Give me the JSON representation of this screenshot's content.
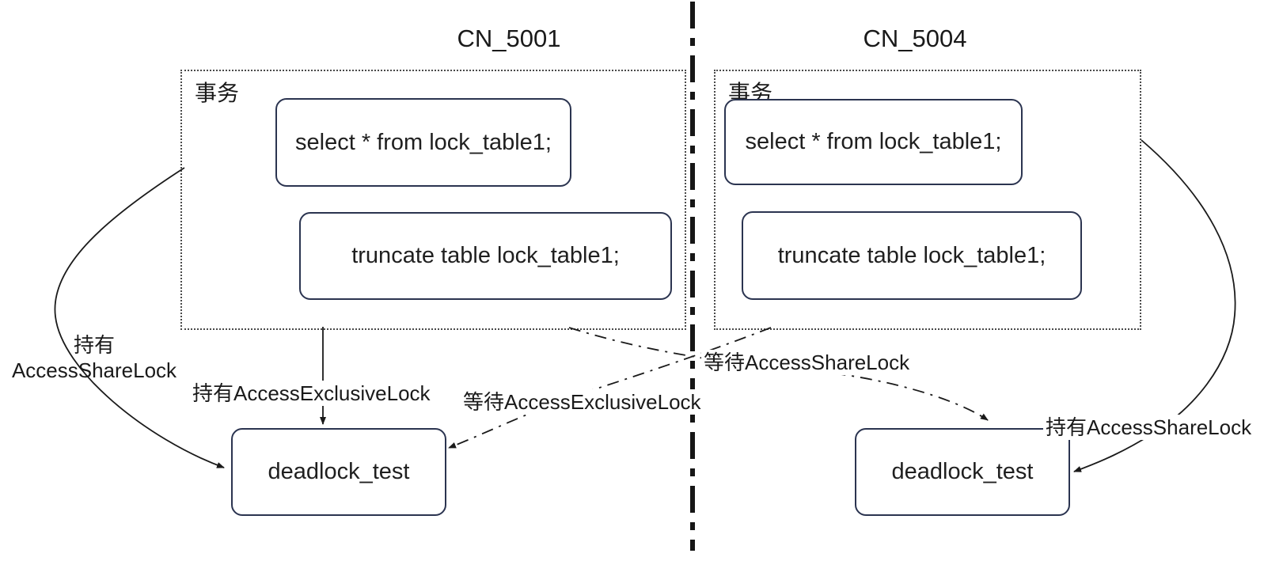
{
  "diagram": {
    "left": {
      "title": "CN_5001",
      "transaction_label": "事务",
      "statements": [
        "select * from lock_table1;",
        "truncate table lock_table1;"
      ],
      "resource": "deadlock_test"
    },
    "right": {
      "title": "CN_5004",
      "transaction_label": "事务",
      "statements": [
        "select * from lock_table1;",
        "truncate table lock_table1;"
      ],
      "resource": "deadlock_test"
    },
    "edge_labels": {
      "hold_share_left_line1": "持有",
      "hold_share_left_line2": "AccessShareLock",
      "hold_exclusive_left": "持有AccessExclusiveLock",
      "wait_exclusive": "等待AccessExclusiveLock",
      "wait_share": "等待AccessShareLock",
      "hold_share_right": "持有AccessShareLock"
    },
    "edges": [
      {
        "from": "CN_5001 transaction",
        "to": "left deadlock_test",
        "style": "solid-curve",
        "label": "持有 AccessShareLock"
      },
      {
        "from": "CN_5001 transaction",
        "to": "left deadlock_test",
        "style": "solid-straight",
        "label": "持有AccessExclusiveLock"
      },
      {
        "from": "CN_5004 transaction",
        "to": "left deadlock_test",
        "style": "dash-dot",
        "label": "等待AccessExclusiveLock"
      },
      {
        "from": "CN_5001 transaction",
        "to": "right deadlock_test",
        "style": "dash-dot",
        "label": "等待AccessShareLock"
      },
      {
        "from": "CN_5004 transaction",
        "to": "right deadlock_test",
        "style": "solid-curve",
        "label": "持有AccessShareLock"
      }
    ],
    "colors": {
      "background": "#ffffff",
      "box_border": "#2b3450",
      "dotted_border": "#4a4a4a",
      "line": "#1a1a1a",
      "text": "#1a1a1a"
    }
  }
}
